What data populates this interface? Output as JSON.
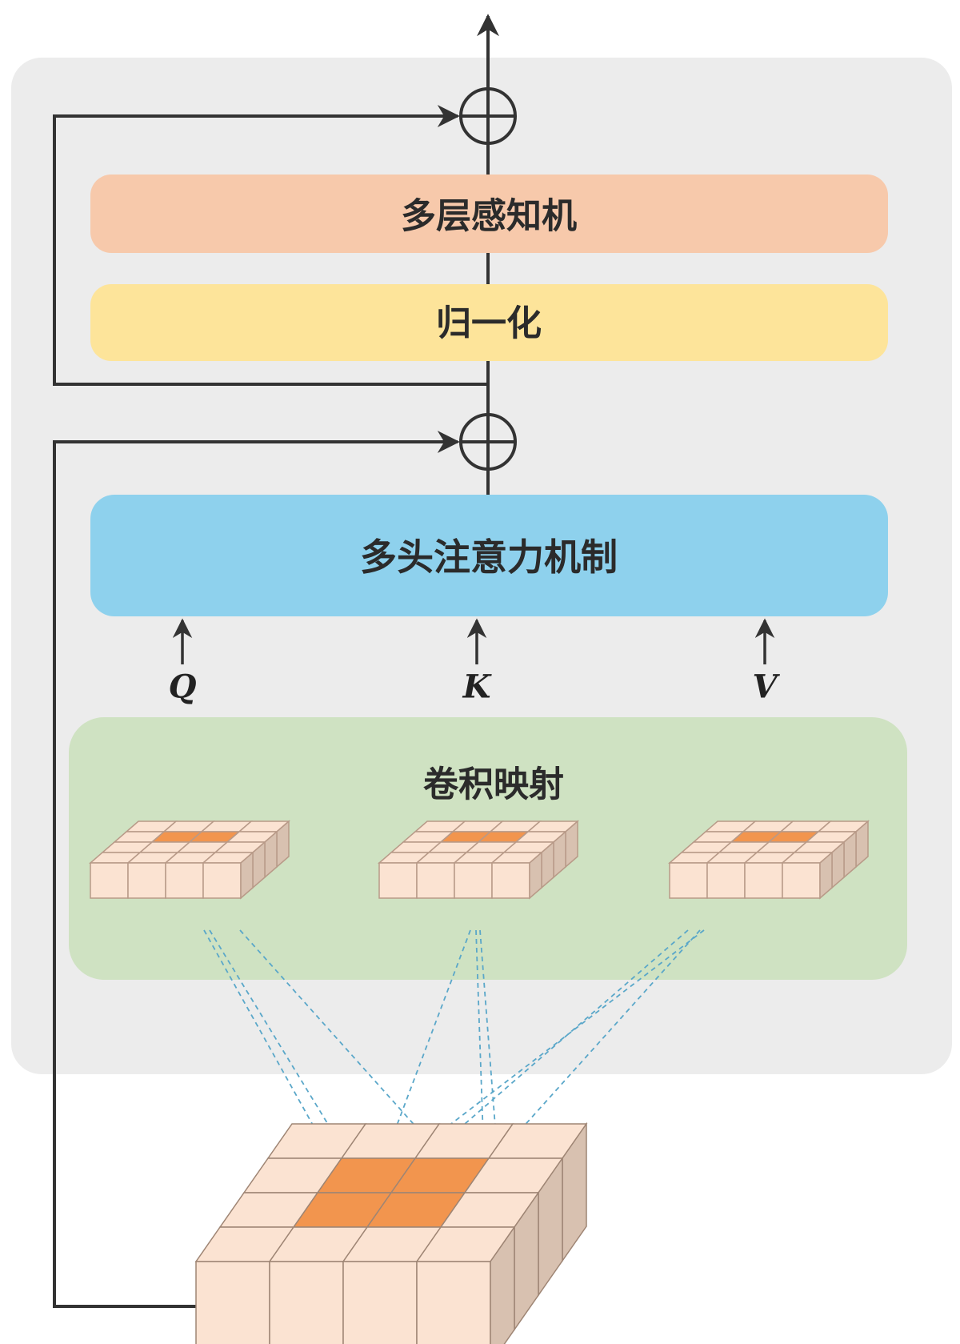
{
  "blocks": {
    "mlp": "多层感知机",
    "norm": "归一化",
    "mha": "多头注意力机制",
    "conv": "卷积映射"
  },
  "qkv": [
    "Q",
    "K",
    "V"
  ],
  "colors": {
    "panel": "#ececec",
    "mlp": "#f7c9ab",
    "norm": "#fde49a",
    "mha": "#8ed1ed",
    "conv": "#cfe2c2",
    "cell": "#fbe3d2",
    "cell_active": "#f2954e",
    "side": "#d8c1b0",
    "line": "#333333",
    "projection": "#5aa7c9"
  }
}
